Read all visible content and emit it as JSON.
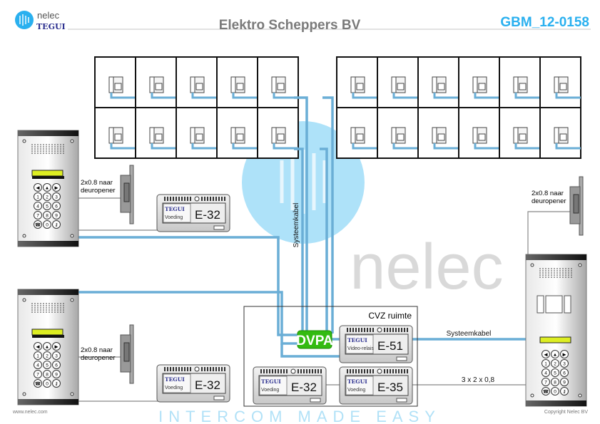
{
  "header": {
    "logo_top": "nelec",
    "logo_bottom": "TEGUI",
    "title": "Elektro Scheppers BV",
    "code": "GBM_12-0158"
  },
  "colors": {
    "accent": "#2ab0ef",
    "cable": "#6aaed6",
    "title_gray": "#7a7a7a",
    "dvpa_green": "#33bb11",
    "display_yellow": "#ddee22",
    "tegui_blue": "#2b2f8f"
  },
  "watermark": {
    "word": "nelec",
    "tagline": "INTERCOM MADE EASY"
  },
  "monitors": {
    "left_cols": 5,
    "right_cols": 6,
    "rows": 2
  },
  "keypad": {
    "nav": [
      "◀",
      "▲",
      "▶"
    ],
    "keys": [
      "1",
      "2",
      "3",
      "4",
      "5",
      "6",
      "7",
      "8",
      "9",
      "☎",
      "0",
      "⚷"
    ]
  },
  "labels": {
    "door_opener_line1": "2x0.8 naar",
    "door_opener_line2": "deuropener",
    "system_cable_vertical": "Systeemkabel",
    "system_cable_horizontal": "Systeemkabel",
    "wiring": "3 x 2 x 0,8",
    "cvz_room": "CVZ ruimte",
    "dvpa": "DVPA"
  },
  "modules": [
    {
      "brand": "TEGUI",
      "type": "Voeding",
      "model": "E-32"
    },
    {
      "brand": "TEGUI",
      "type": "Voeding",
      "model": "E-32"
    },
    {
      "brand": "TEGUI",
      "type": "Video-relais",
      "model": "E-51"
    },
    {
      "brand": "TEGUI",
      "type": "Voeding",
      "model": "E-32"
    },
    {
      "brand": "TEGUI",
      "type": "Voeding",
      "model": "E-35"
    }
  ],
  "footer": {
    "website": "www.nelec.com",
    "copyright": "Copyright Nelec BV"
  }
}
